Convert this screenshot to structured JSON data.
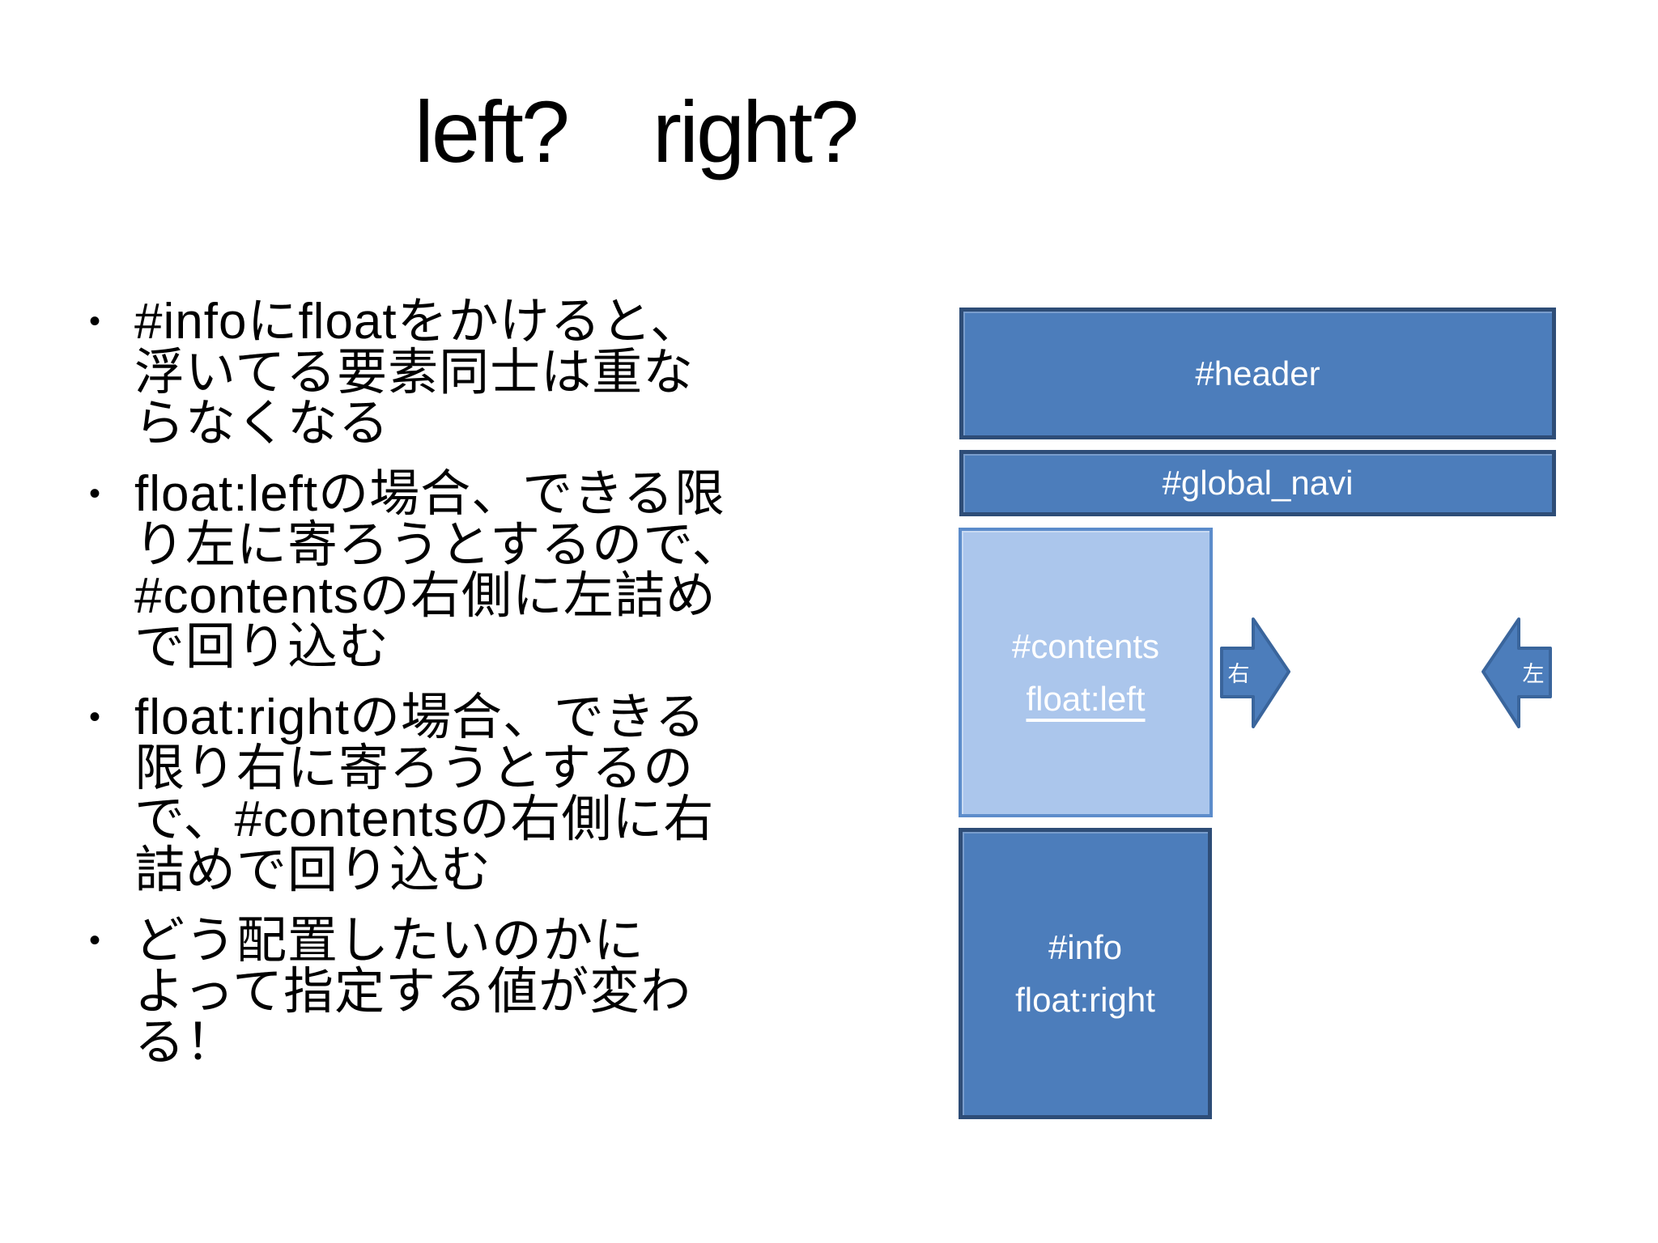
{
  "slide": {
    "title": "left?　right?",
    "bullets": [
      {
        "marker": "•",
        "text": "#infoにfloatをかけると、\n浮いてる要素同士は重な\nらなくなる"
      },
      {
        "marker": "•",
        "text": "float:leftの場合、できる限\nり左に寄ろうとするので、\n#contentsの右側に左詰め\nで回り込む"
      },
      {
        "marker": "•",
        "text": "float:rightの場合、できる\n限り右に寄ろうとするの\nで、#contentsの右側に右\n詰めで回り込む"
      },
      {
        "marker": "•",
        "text": "どう配置したいのかに\nよって指定する値が変わ\nる！"
      }
    ]
  },
  "diagram": {
    "boxes": {
      "header": {
        "label": "#header"
      },
      "global_navi": {
        "label": "#global_navi"
      },
      "contents": {
        "id_label": "#contents",
        "float_label": "float:left"
      },
      "info": {
        "id_label": "#info",
        "float_label": "float:right"
      }
    },
    "arrows": {
      "right": {
        "label": "右"
      },
      "left": {
        "label": "左"
      }
    },
    "colors": {
      "box_fill": "#4c7dbb",
      "box_border": "#2e4d77",
      "light_box_fill": "#abc6ec",
      "light_box_border": "#5c8ccb",
      "arrow_fill": "#4c7dbb",
      "arrow_border": "#3a659c",
      "box_text": "#ffffff",
      "body_text": "#000000",
      "background": "#ffffff"
    }
  }
}
